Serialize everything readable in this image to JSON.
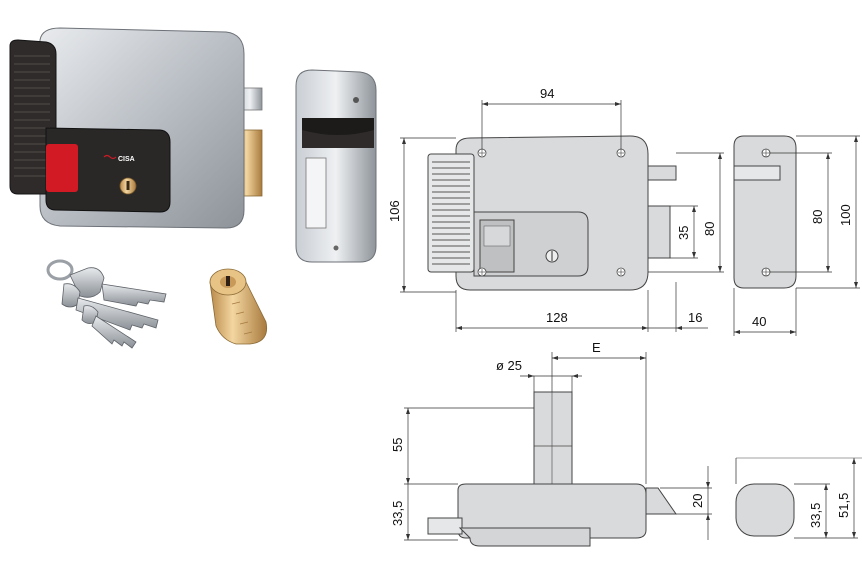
{
  "product": {
    "brand_text": "CISA"
  },
  "dimensions": {
    "front_width_top": "94",
    "front_height_total": "106",
    "front_height_mid": "80",
    "front_bolt": "35",
    "front_width_bottom": "128",
    "front_keeper_depth": "16",
    "side_height_inner": "80",
    "side_height_outer": "100",
    "side_width": "40",
    "bottom_cylinder_diameter": "ø 25",
    "bottom_e": "E",
    "bottom_height_55": "55",
    "bottom_height_33_5_left": "33,5",
    "bottom_bolt_20": "20",
    "bottom_side_33_5": "33,5",
    "bottom_side_51_5": "51,5"
  }
}
